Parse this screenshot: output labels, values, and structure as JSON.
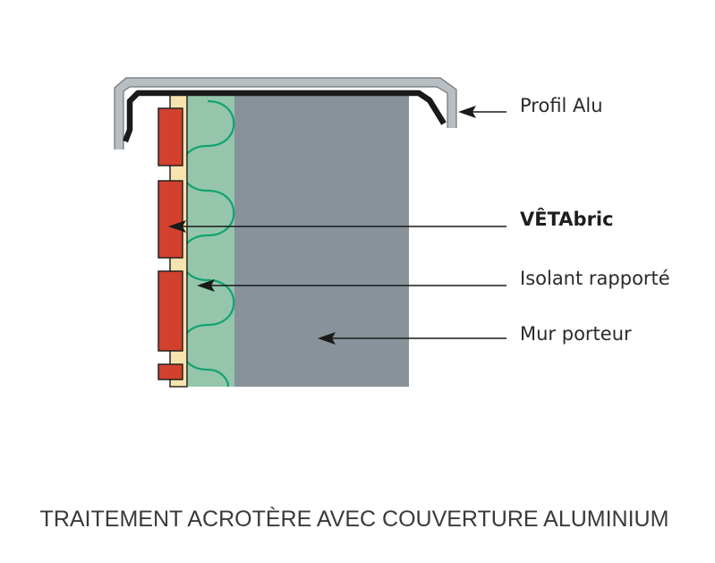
{
  "labels": {
    "profil_alu": "Profil Alu",
    "vetabric": "VÊTAbric",
    "isolant": "Isolant rapporté",
    "mur": "Mur porteur"
  },
  "caption": "TRAITEMENT ACROTÈRE AVEC COUVERTURE ALUMINIUM",
  "colors": {
    "wall": "#87929A",
    "insulation": "#95C6AC",
    "insulation_wave": "#13A372",
    "cladding_panel": "#D2412E",
    "cladding_backing": "#F6E3AE",
    "profile_outer": "#B8BEC2",
    "profile_inner": "#1A1A1A",
    "arrow": "#1A1A1A",
    "label_text": "#2A2A2A",
    "caption_text": "#3A3A3A"
  }
}
